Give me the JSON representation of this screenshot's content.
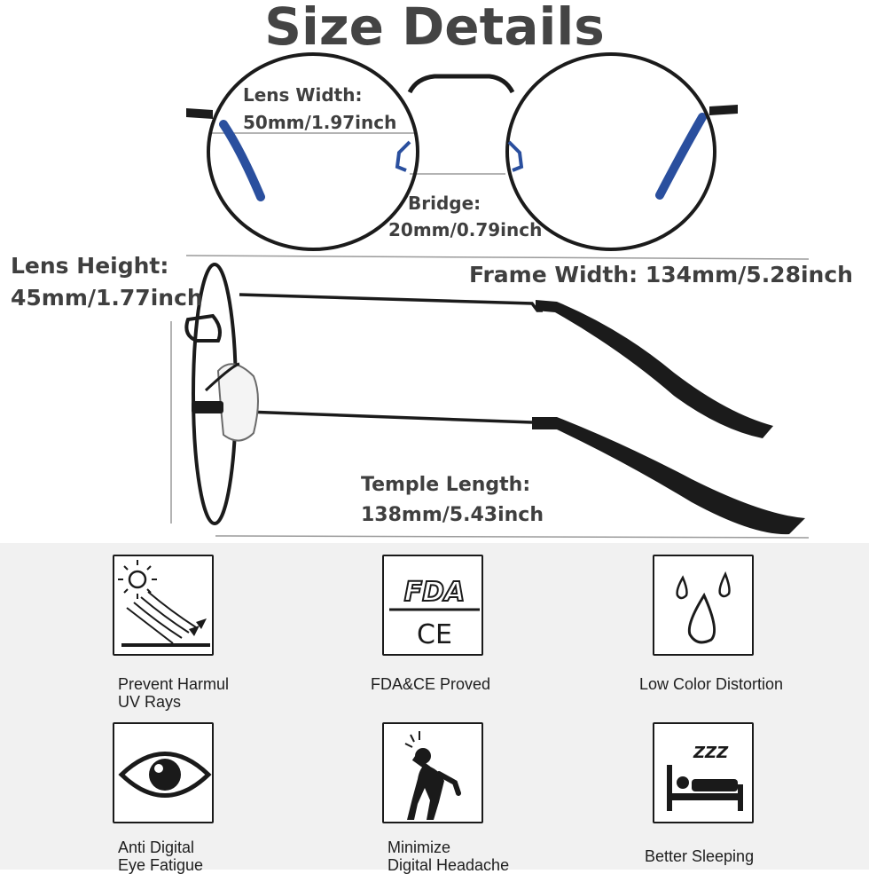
{
  "header": {
    "title": "Size Details"
  },
  "dimensions": {
    "lens_width": {
      "label": "Lens Width:",
      "value": "50mm/1.97inch"
    },
    "bridge": {
      "label": "Bridge:",
      "value": "20mm/0.79inch"
    },
    "lens_height": {
      "label": "Lens Height:",
      "value": "45mm/1.77inch"
    },
    "frame_width": {
      "label": "Frame Width: 134mm/5.28inch"
    },
    "temple_length": {
      "label": "Temple Length:",
      "value": "138mm/5.43inch"
    }
  },
  "features": [
    {
      "icon": "uv-rays-icon",
      "lines": [
        "Prevent Harmul",
        "UV Rays"
      ]
    },
    {
      "icon": "fda-ce-icon",
      "lines": [
        "FDA&CE Proved"
      ],
      "badge_top": "FDA",
      "badge_bottom": "CE"
    },
    {
      "icon": "water-drops-icon",
      "lines": [
        "Low Color Distortion"
      ]
    },
    {
      "icon": "eye-icon",
      "lines": [
        "Anti Digital",
        "Eye Fatigue"
      ]
    },
    {
      "icon": "headache-icon",
      "lines": [
        "Minimize",
        "Digital Headache"
      ]
    },
    {
      "icon": "sleeping-bed-icon",
      "lines": [
        "Better Sleeping"
      ],
      "zzz": "ZZZ"
    }
  ],
  "colors": {
    "frame": "#1b1b1b",
    "temple_tip": "#2a4f9e",
    "panel": "#f1f1f1",
    "text": "#3f3f3f"
  }
}
